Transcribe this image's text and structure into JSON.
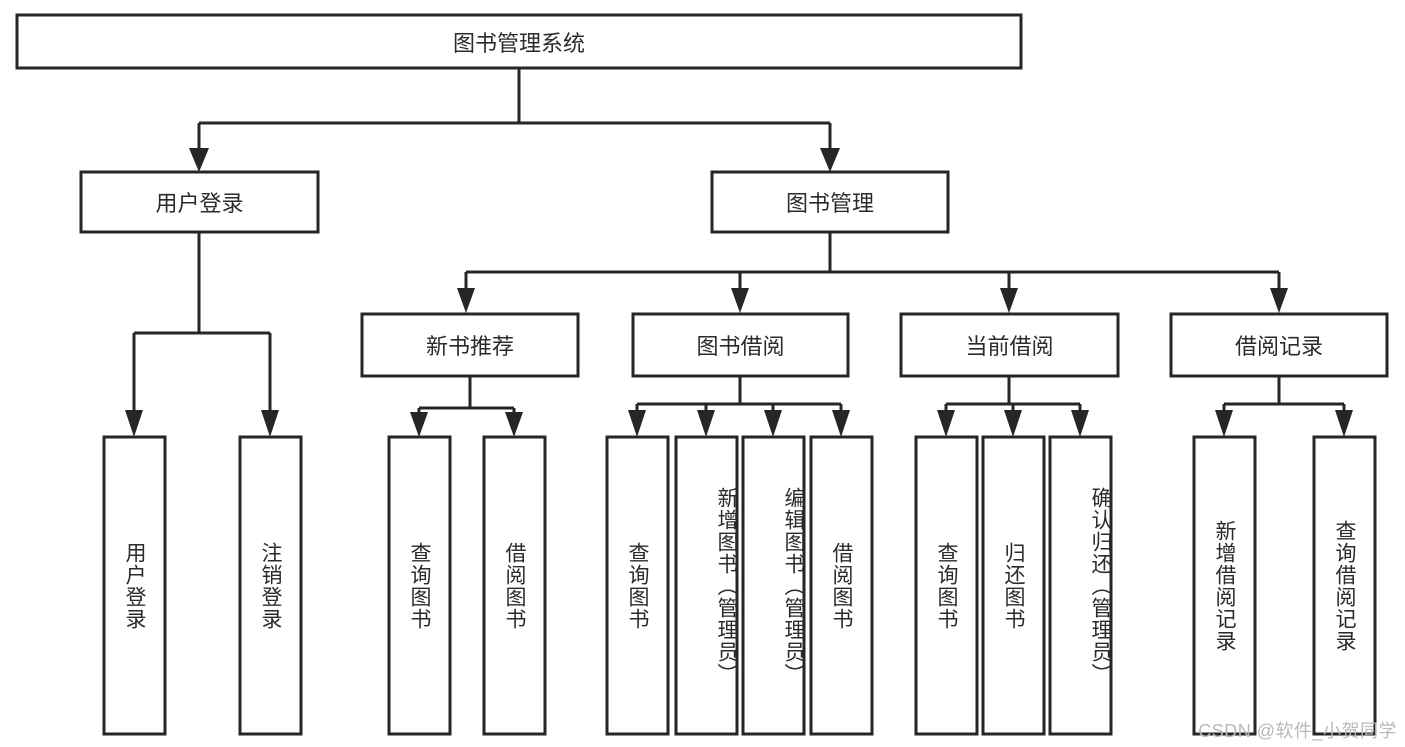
{
  "diagram": {
    "type": "tree-hierarchy-chart",
    "title": "图书管理系统",
    "watermark": "CSDN @软件_小贺同学",
    "colors": {
      "stroke": "#262626",
      "fill": "#ffffff",
      "text": "#2b2b2b",
      "watermark": "#b9b9b9"
    },
    "levels": {
      "root": {
        "label": "图书管理系统"
      },
      "level1": [
        {
          "label": "用户登录"
        },
        {
          "label": "图书管理"
        }
      ],
      "level2": [
        {
          "label": "新书推荐"
        },
        {
          "label": "图书借阅"
        },
        {
          "label": "当前借阅"
        },
        {
          "label": "借阅记录"
        }
      ],
      "leaves": {
        "user_login": [
          {
            "label": "用户登录"
          },
          {
            "label": "注销登录"
          }
        ],
        "new_book_recommend": [
          {
            "label": "查询图书"
          },
          {
            "label": "借阅图书"
          }
        ],
        "book_borrow": [
          {
            "label": "查询图书"
          },
          {
            "label": "新增图书（管理员）"
          },
          {
            "label": "编辑图书（管理员）"
          },
          {
            "label": "借阅图书"
          }
        ],
        "current_borrow": [
          {
            "label": "查询图书"
          },
          {
            "label": "归还图书"
          },
          {
            "label": "确认归还（管理员）"
          }
        ],
        "borrow_record": [
          {
            "label": "新增借阅记录"
          },
          {
            "label": "查询借阅记录"
          }
        ]
      }
    }
  }
}
